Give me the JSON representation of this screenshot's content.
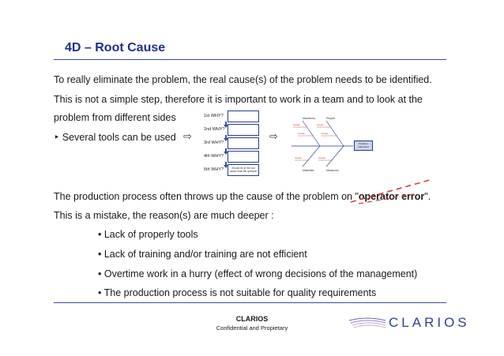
{
  "slide": {
    "title": "4D – Root Cause",
    "intro_line1": "To really eliminate the problem, the real cause(s) of the problem needs to be identified.",
    "intro_line2": "This is not a simple step, therefore it is important to work in a team and to look at the",
    "intro_line3": "problem from different sides",
    "tools_line": "‣ Several tools can be used",
    "operator_line_before": "The production process often throws up the cause of the problem on \"",
    "operator_line_bold": "operator error",
    "operator_line_after": "\".",
    "mistake_line": "This is a mistake, the reason(s) are much deeper :",
    "bullets": [
      "• Lack of properly tools",
      "• Lack of training and/or training are not efficient",
      "• Overtime work in a hurry (effect of wrong decisions of the management)",
      "• The production process is not suitable for quality requirements"
    ]
  },
  "five_whys": {
    "labels": [
      "1st WHY?",
      "2nd WHY?",
      "3rd WHY?",
      "4th WHY?",
      "5th WHY?"
    ],
    "last_box_text": "Should be at the root cause must 5th question"
  },
  "fishbone": {
    "top_categories": [
      "Machinery",
      "People"
    ],
    "bottom_categories": [
      "Materials",
      "Measures"
    ],
    "head": "Problem statement",
    "cause_label": "Cause"
  },
  "footer": {
    "company": "CLARIOS",
    "confidential": "Confidential and Propietary",
    "logo_text": "CLARIOS"
  },
  "colors": {
    "title": "#1f2f8f",
    "rule": "#3c4aa0",
    "arrow_blue": "#2f5597",
    "annotation_red": "#e03a3a"
  }
}
